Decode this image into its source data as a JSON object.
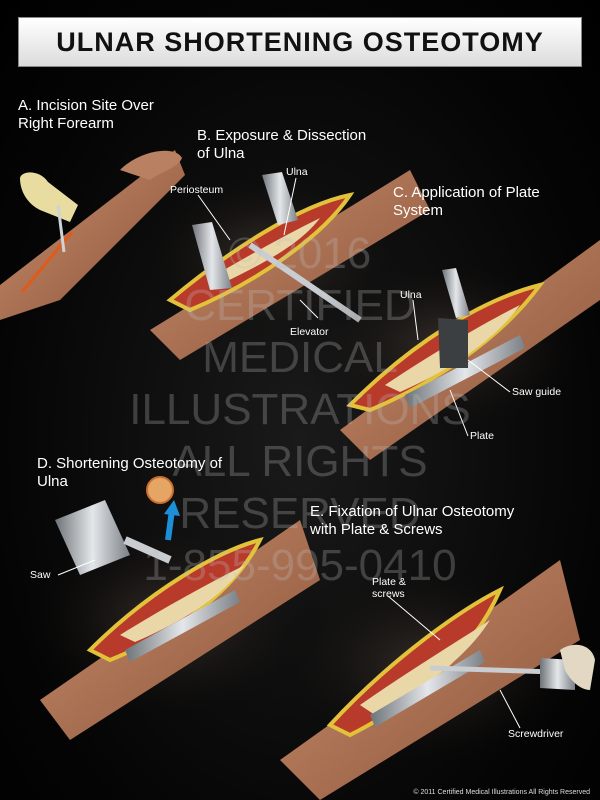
{
  "title": "ULNAR SHORTENING OSTEOTOMY",
  "panels": {
    "a": "A. Incision Site Over\nRight Forearm",
    "b": "B. Exposure & Dissection\nof Ulna",
    "c": "C. Application of Plate\nSystem",
    "d": "D. Shortening Osteotomy of\nUlna",
    "e": "E. Fixation of Ulnar Osteotomy\nwith Plate & Screws"
  },
  "callouts": {
    "periosteum": "Periosteum",
    "ulna_b": "Ulna",
    "elevator": "Elevator",
    "ulna_c": "Ulna",
    "saw_guide": "Saw guide",
    "plate": "Plate",
    "saw": "Saw",
    "plate_screws": "Plate &\nscrews",
    "screwdriver": "Screwdriver"
  },
  "watermark": "© 2016\nCERTIFIED\nMEDICAL\nILLUSTRATIONS\nALL RIGHTS\nRESERVED\n1-855-995-0410",
  "copyright": "© 2011 Certified Medical Illustrations All Rights Reserved"
}
